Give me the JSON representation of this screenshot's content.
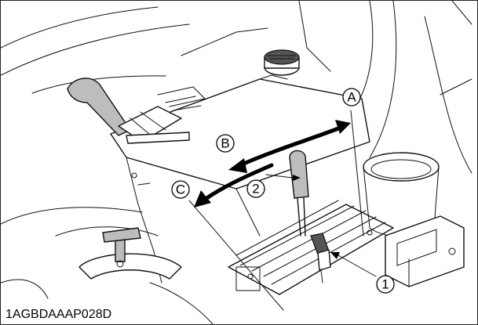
{
  "figure": {
    "code": "1AGBDAAAP028D",
    "callouts": {
      "a": "A",
      "b": "B",
      "c": "C",
      "n1": "1",
      "n2": "2"
    },
    "colors": {
      "stroke": "#111111",
      "shade": "#bdbdbd",
      "background": "#ffffff"
    }
  }
}
